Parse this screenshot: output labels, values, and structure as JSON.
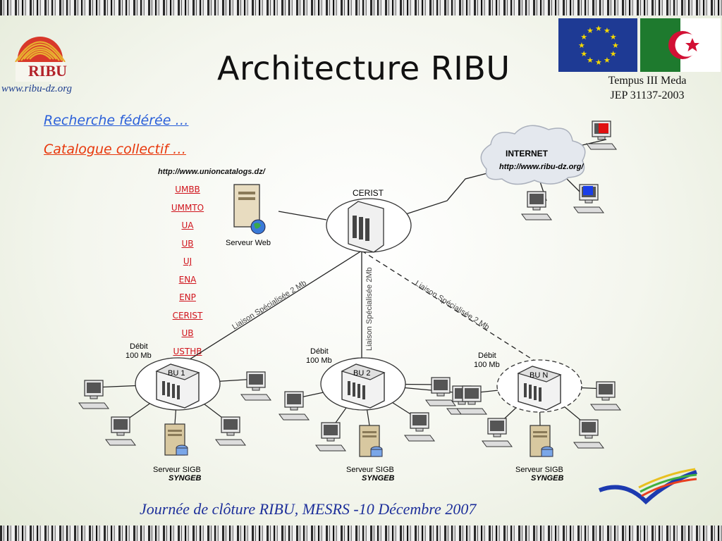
{
  "logo": {
    "text": "RIBU",
    "url": "www.ribu-dz.org"
  },
  "title": "Architecture RIBU",
  "partners": {
    "line1": "Tempus III Meda",
    "line2": "JEP 31137-2003"
  },
  "links": {
    "federated": "Recherche fédérée …",
    "catalogue": "Catalogue collectif …"
  },
  "union_url": "http://www.unioncatalogs.dz/",
  "universities": [
    "UMBB",
    "UMMTO",
    "UA",
    "UB",
    "UJ",
    "ENA",
    "ENP",
    "CERIST",
    "UB",
    "USTHB"
  ],
  "internet": {
    "label": "INTERNET",
    "url": "http://www.ribu-dz.org/"
  },
  "cerist": {
    "label": "CERIST"
  },
  "web_server": {
    "label": "Serveur Web"
  },
  "links_labels": {
    "left": "Liaison Spécialisée 2 Mb",
    "center": "Liaison Spécialisée 2Mb",
    "right": "Liaison Spécialisée 2 Mb"
  },
  "debit": {
    "line1": "Débit",
    "line2": "100 Mb"
  },
  "nodes": [
    {
      "label": "BU 1",
      "server_label": "Serveur  SIGB",
      "server_sub": "SYNGEB"
    },
    {
      "label": "BU 2",
      "server_label": "Serveur  SIGB",
      "server_sub": "SYNGEB"
    },
    {
      "label": "BU N",
      "server_label": "Serveur  SIGB",
      "server_sub": "SYNGEB"
    }
  ],
  "footer": "Journée de clôture RIBU, MESRS -10 Décembre 2007",
  "colors": {
    "accent_blue": "#2a5fd9",
    "accent_red": "#e8380c",
    "footer_blue": "#1d2f9a",
    "logo_red": "#b3232a"
  }
}
